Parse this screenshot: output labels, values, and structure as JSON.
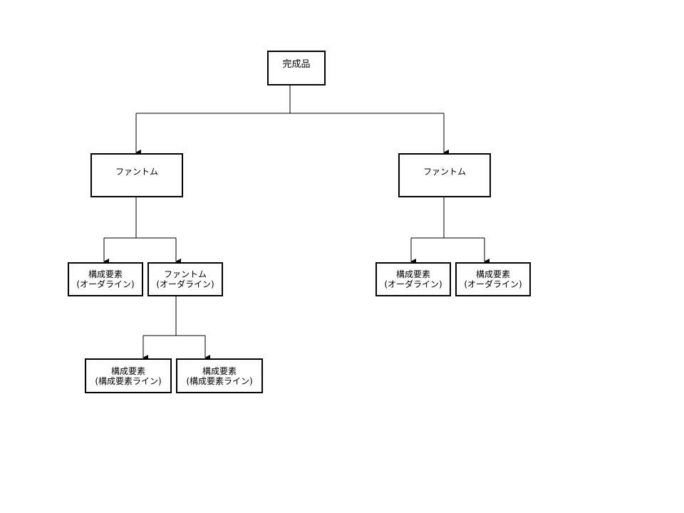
{
  "diagram": {
    "root": {
      "label": "完成品"
    },
    "phantom_left": {
      "label": "ファントム"
    },
    "phantom_right": {
      "label": "ファントム"
    },
    "component_left_1": {
      "line1": "構成要素",
      "line2": "(オーダライン)"
    },
    "phantom_child": {
      "line1": "ファントム",
      "line2": "(オーダライン)"
    },
    "component_right_1": {
      "line1": "構成要素",
      "line2": "(オーダライン)"
    },
    "component_right_2": {
      "line1": "構成要素",
      "line2": "(オーダライン)"
    },
    "subcomponent_1": {
      "line1": "構成要素",
      "line2": "(構成要素ライン)"
    },
    "subcomponent_2": {
      "line1": "構成要素",
      "line2": "(構成要素ライン)"
    }
  }
}
